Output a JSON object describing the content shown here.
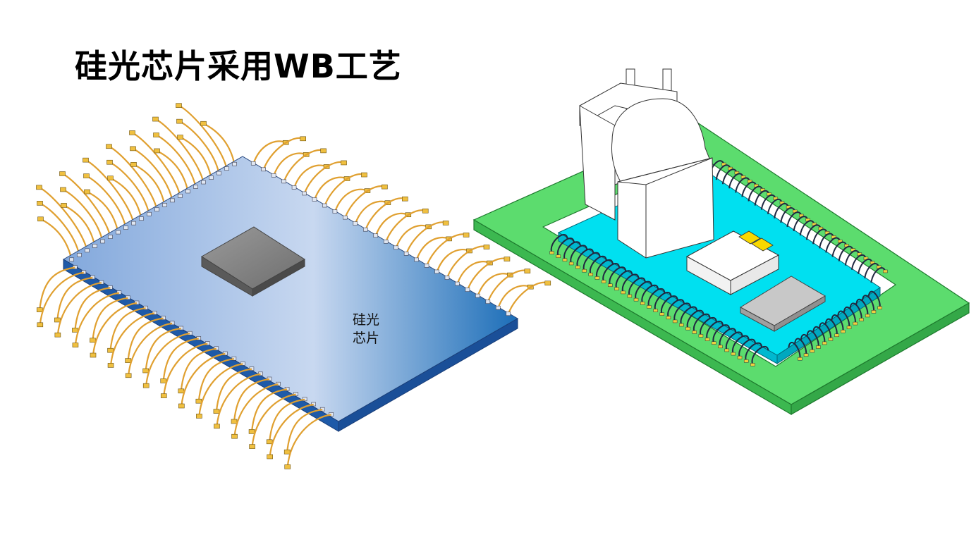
{
  "slide": {
    "title": "硅光芯片采用WB工艺"
  },
  "left_figure": {
    "chip_label_line1": "硅光",
    "chip_label_line2": "芯片",
    "colors": {
      "chip_left": "#82a8dc",
      "chip_mid": "#c8d8f0",
      "chip_right": "#1c6eb8",
      "bond_wire": "#e0a030",
      "die": "#808080"
    }
  },
  "right_figure": {
    "colors": {
      "board": "#5cdc6e",
      "substrate": "#00e0f0",
      "tool": "#ffffff",
      "bond_wire": "#202840",
      "component_yellow": "#f8d800",
      "component_gray": "#b8b8b8"
    }
  }
}
